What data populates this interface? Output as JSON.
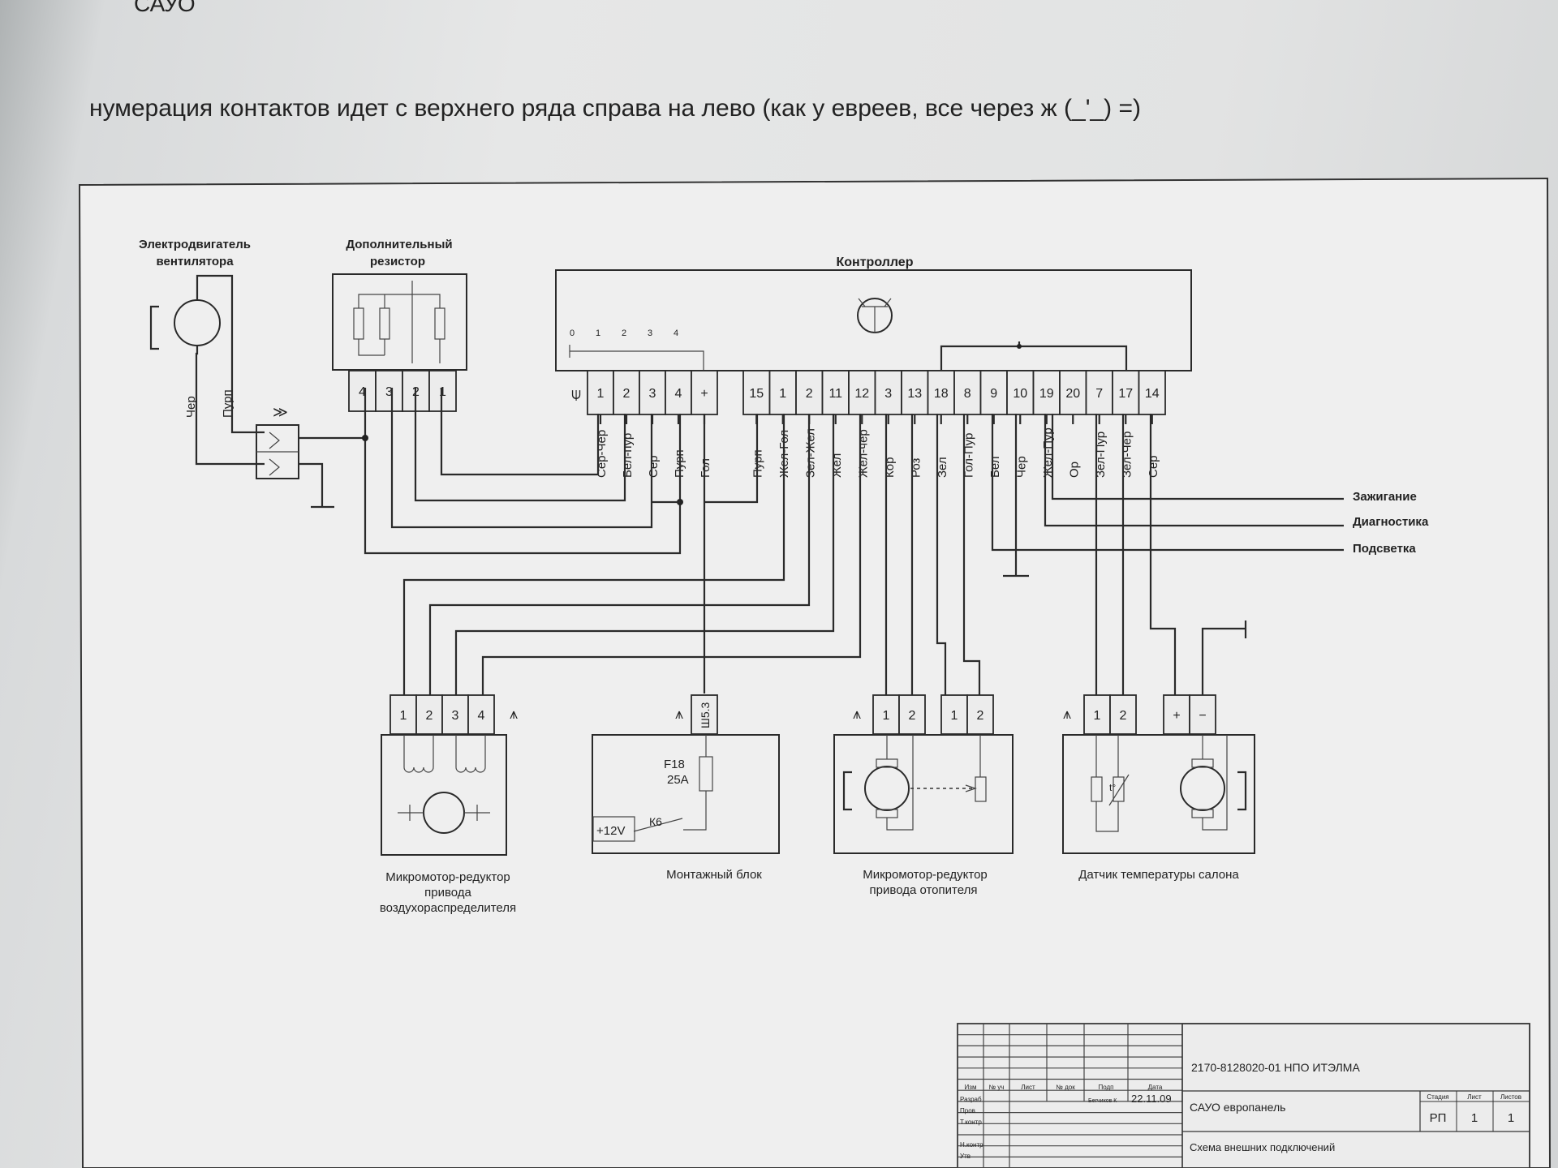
{
  "header": {
    "top_text": "САУО",
    "note": "нумерация контактов идет с верхнего ряда справа на лево (как у евреев, все через ж (_'_) =)"
  },
  "components": {
    "fan_motor": {
      "title_l1": "Электродвигатель",
      "title_l2": "вентилятора",
      "wire_left": "Чер",
      "wire_right": "Пурп"
    },
    "resistor": {
      "title_l1": "Дополнительный",
      "title_l2": "резистор",
      "pins": [
        "4",
        "3",
        "2",
        "1"
      ]
    },
    "controller": {
      "title": "Контроллер",
      "small_labels": [
        "0",
        "1",
        "2",
        "3",
        "4"
      ],
      "left_pins": [
        "1",
        "2",
        "3",
        "4",
        "+"
      ],
      "left_wires": [
        "Сер-Чер",
        "Бел-пур",
        "Сер",
        "Пурп",
        "Гол"
      ],
      "right_pins": [
        "15",
        "1",
        "2",
        "11",
        "12",
        "3",
        "13",
        "18",
        "8",
        "9",
        "10",
        "19",
        "20",
        "7",
        "17",
        "14"
      ],
      "right_wires": [
        "Пурп",
        "Жел-Гол",
        "Зел-Жел",
        "Жел",
        "Жел-чер",
        "Кор",
        "Роз",
        "Зел",
        "Гол-Пур",
        "Бел",
        "Чер",
        "Жел-Пур",
        "Ор",
        "Зел-Пур",
        "Зел-Чер",
        "Сер"
      ]
    },
    "external_lines": [
      "Зажигание",
      "Диагностика",
      "Подсветка"
    ],
    "air_motor": {
      "pins": [
        "1",
        "2",
        "3",
        "4"
      ],
      "title_l1": "Микромотор-редуктор",
      "title_l2": "привода",
      "title_l3": "воздухораспределителя"
    },
    "mount_block": {
      "pin": "Ш5.3",
      "fuse_l1": "F18",
      "fuse_l2": "25A",
      "relay": "К6",
      "supply": "+12V",
      "title": "Монтажный блок"
    },
    "heater_motor": {
      "pins_a": [
        "1",
        "2"
      ],
      "pins_b": [
        "1",
        "2"
      ],
      "title_l1": "Микромотор-редуктор",
      "title_l2": "привода отопителя"
    },
    "temp_sensor": {
      "pins": [
        "1",
        "2"
      ],
      "pins_power": [
        "+",
        "−"
      ],
      "mark": "t°",
      "title": "Датчик температуры салона"
    }
  },
  "title_block": {
    "doc_code": "2170-8128020-01 НПО ИТЭЛМА",
    "name": "САУО европанель",
    "subtitle": "Схема внешних подключений",
    "cols": [
      "Изм",
      "№ уч",
      "Лист",
      "№ док",
      "Подп",
      "Дата"
    ],
    "rows": [
      "Разраб",
      "Пров",
      "Т.контр",
      "",
      "Н.контр",
      "Утв"
    ],
    "developer": "Бегчиков К",
    "date": "22.11.09",
    "stage_headers": [
      "Стадия",
      "Лист",
      "Листов"
    ],
    "stage_values": [
      "РП",
      "1",
      "1"
    ]
  }
}
